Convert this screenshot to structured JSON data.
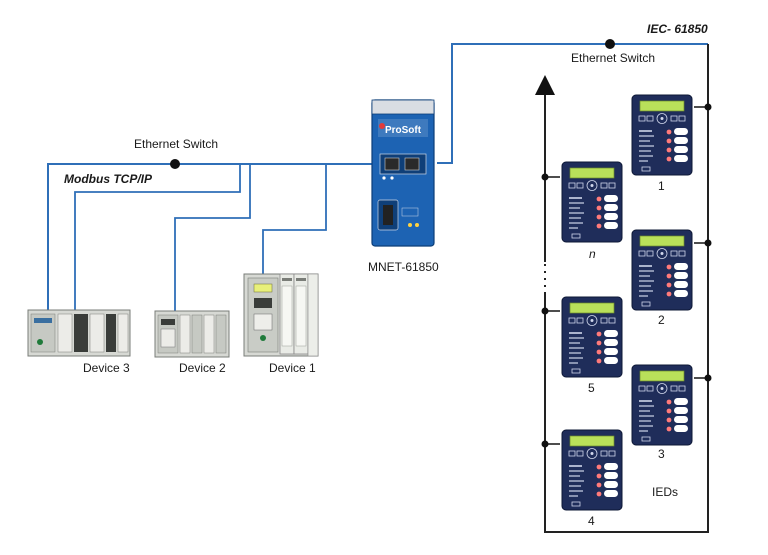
{
  "colors": {
    "network_line": "#2f6fb8",
    "ied_line": "#222222",
    "ied_body": "#1f2d5a",
    "ied_screen": "#b9e05a",
    "gateway_body": "#1d63b3",
    "plc_body": "#d7d9d4"
  },
  "labels": {
    "iec_label": "IEC- 61850",
    "ethernet_switch_right": "Ethernet Switch",
    "ethernet_switch_left": "Ethernet Switch",
    "modbus_label": "Modbus TCP/IP",
    "gateway_label": "MNET-61850",
    "gateway_brand": "ProSoft",
    "device_1": "Device 1",
    "device_2": "Device 2",
    "device_3": "Device 3",
    "ied_1": "1",
    "ied_2": "2",
    "ied_3": "3",
    "ied_4": "4",
    "ied_5": "5",
    "ied_n": "n",
    "ieds_label": "IEDs"
  },
  "icons": {
    "gateway": "gateway-module-icon",
    "plc": "plc-rack-icon",
    "ied": "relay-ied-icon",
    "switch": "switch-node-icon"
  }
}
